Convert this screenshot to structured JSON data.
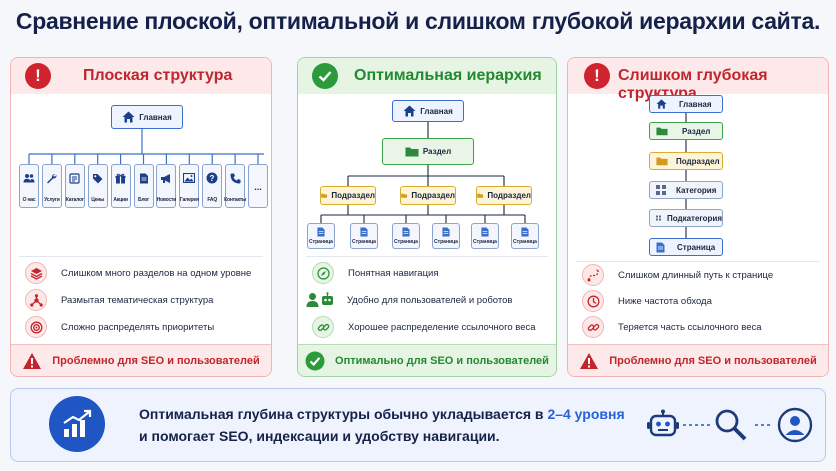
{
  "title": "Сравнение плоской, оптимальной и слишком глубокой иерархии сайта.",
  "colors": {
    "bad": "#c0262d",
    "good": "#23892f",
    "accent": "#2563d6",
    "navy": "#16214a"
  },
  "flat": {
    "title": "Плоская структура",
    "root": "Главная",
    "sections": [
      {
        "label": "О нас",
        "icon": "people-icon"
      },
      {
        "label": "Услуги",
        "icon": "wrench-icon"
      },
      {
        "label": "Каталог",
        "icon": "catalog-icon"
      },
      {
        "label": "Цены",
        "icon": "tag-icon"
      },
      {
        "label": "Акции",
        "icon": "gift-icon"
      },
      {
        "label": "Блог",
        "icon": "document-icon"
      },
      {
        "label": "Новости",
        "icon": "megaphone-icon"
      },
      {
        "label": "Галерея",
        "icon": "image-icon"
      },
      {
        "label": "FAQ",
        "icon": "question-icon"
      },
      {
        "label": "Контакты",
        "icon": "phone-icon"
      },
      {
        "label": "...",
        "icon": "more-icon"
      }
    ],
    "features": [
      {
        "text": "Слишком много разделов на одном уровне",
        "icon": "layers-icon"
      },
      {
        "text": "Размытая тематическая структура",
        "icon": "network-icon"
      },
      {
        "text": "Сложно распределять приоритеты",
        "icon": "target-icon"
      }
    ],
    "verdict": "Проблемно для SEO и пользователей"
  },
  "optimal": {
    "title": "Оптимальная иерархия",
    "root": "Главная",
    "section": "Раздел",
    "subsections": [
      "Подраздел",
      "Подраздел",
      "Подраздел"
    ],
    "pages": [
      "Страница",
      "Страница",
      "Страница",
      "Страница",
      "Страница",
      "Страница"
    ],
    "features": [
      {
        "text": "Понятная навигация",
        "icon": "compass-icon"
      },
      {
        "text": "Удобно для пользователей и роботов",
        "icon": "user-robot-icon"
      },
      {
        "text": "Хорошее распределение ссылочного веса",
        "icon": "link-icon"
      }
    ],
    "verdict": "Оптимально для SEO и пользователей"
  },
  "deep": {
    "title": "Слишком глубокая структура",
    "levels": [
      "Главная",
      "Раздел",
      "Подраздел",
      "Категория",
      "Подкатегория",
      "Страница"
    ],
    "features": [
      {
        "text": "Слишком длинный путь к странице",
        "icon": "route-icon"
      },
      {
        "text": "Ниже частота обхода",
        "icon": "clock-icon"
      },
      {
        "text": "Теряется часть ссылочного веса",
        "icon": "broken-link-icon"
      }
    ],
    "verdict": "Проблемно для SEO и пользователей"
  },
  "summary": {
    "line1_prefix": "Оптимальная глубина структуры обычно укладывается в",
    "line1_highlight": "2–4 уровня",
    "line2": "и помогает SEO, индексации и удобству навигации."
  }
}
